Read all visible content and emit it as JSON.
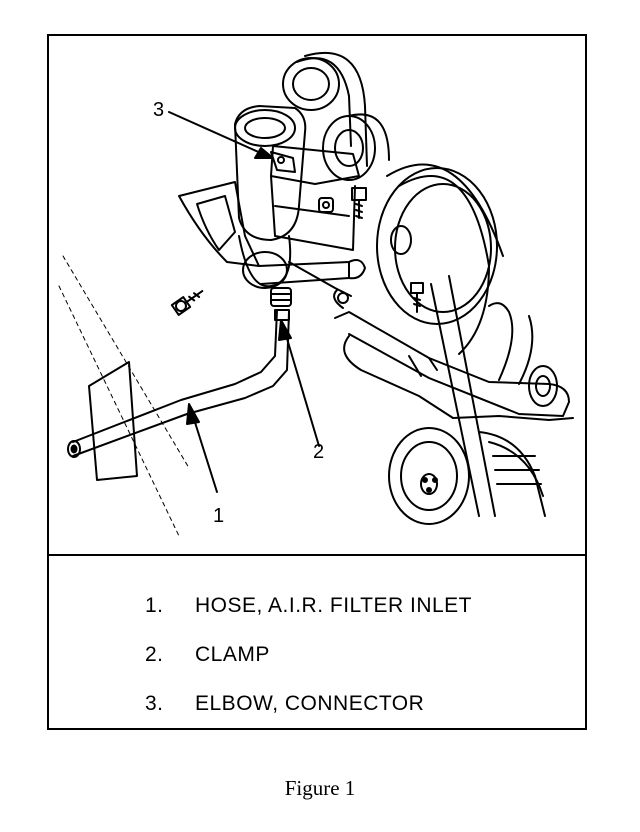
{
  "callouts": {
    "c1": "1",
    "c2": "2",
    "c3": "3"
  },
  "legend": [
    {
      "number": "1.",
      "text": "HOSE, A.I.R. FILTER INLET"
    },
    {
      "number": "2.",
      "text": "CLAMP"
    },
    {
      "number": "3.",
      "text": "ELBOW, CONNECTOR"
    }
  ],
  "caption": "Figure 1"
}
